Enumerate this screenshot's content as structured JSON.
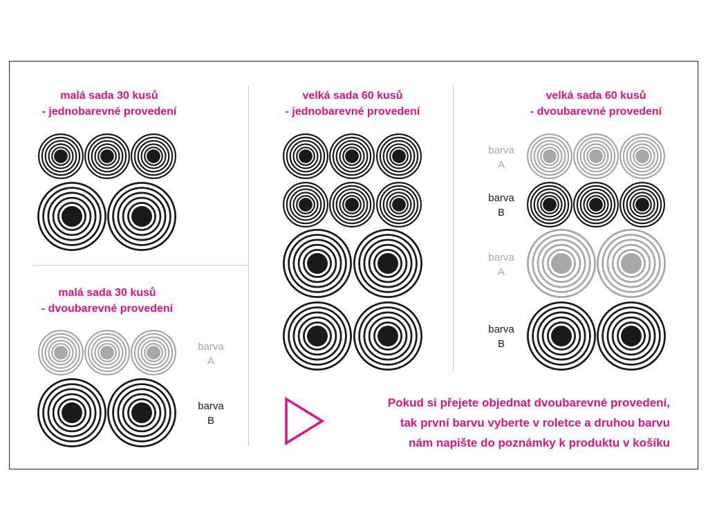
{
  "panels": {
    "small_single": {
      "line1": "malá sada 30 kusů",
      "line2": "- jednobarevné provedení"
    },
    "small_double": {
      "line1": "malá sada 30 kusů",
      "line2": "- dvoubarevné provedení"
    },
    "large_single": {
      "line1": "velká sada 60 kusů",
      "line2": "- jednobarevné provedení"
    },
    "large_double": {
      "line1": "velká sada 60 kusů",
      "line2": "- dvoubarevné provedení"
    }
  },
  "labels": {
    "barva": "barva",
    "color_a": "A",
    "color_b": "B"
  },
  "colors": {
    "accent": "#e2108c",
    "color_a_gray": "#a8a8a8",
    "color_b_black": "#1a1a1a"
  },
  "note": {
    "line1": "Pokud si přejete objednat dvoubarevné provedení,",
    "line2": "tak první barvu vyberte v roletce a druhou barvu",
    "line3": "nám napište do poznámky k produktu v košíku"
  },
  "icons": {
    "arrow": "play-triangle-icon",
    "disc": "concentric-rings-icon"
  }
}
